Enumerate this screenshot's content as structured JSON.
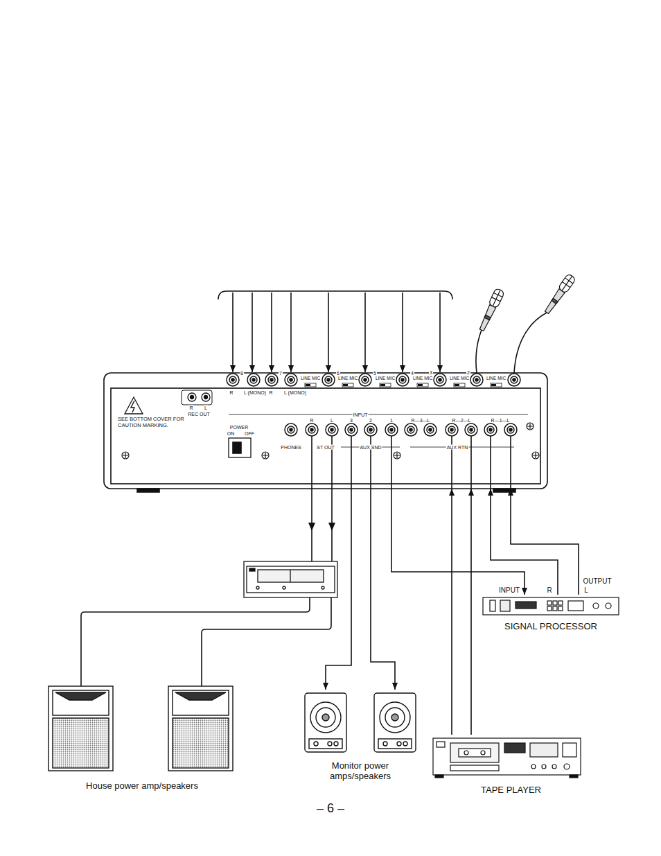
{
  "diagram": {
    "nodes": [
      {
        "text": [
          "SEE BOTTOM COVER FOR CAUTION MARKING."
        ]
      },
      {
        "text": [
          "SIGNAL PROCESSOR"
        ]
      },
      {
        "text": [
          "House power amp/speakers"
        ]
      },
      {
        "text": [
          "Monitor power amps/speakers"
        ]
      },
      {
        "text": [
          "TAPE PLAYER"
        ]
      }
    ],
    "edges": [
      {
        "from": 0,
        "to": 1,
        "arrow": "to"
      },
      {
        "from": 1,
        "to": 0,
        "arrow": "to"
      },
      {
        "from": 1,
        "to": 0,
        "arrow": "to"
      },
      {
        "from": 4,
        "to": 0,
        "arrow": "to"
      },
      {
        "from": 4,
        "to": 0,
        "arrow": "to"
      },
      {
        "from": 0,
        "to": 3,
        "arrow": "to"
      },
      {
        "from": 0,
        "to": 3,
        "arrow": "to"
      }
    ],
    "labels": [
      "R",
      "L",
      "REC OUT",
      "8",
      "R",
      "L (MONO)",
      "7",
      "R",
      "L (MONO)",
      "LINE MIC",
      "6",
      "LINE MIC",
      "5",
      "LINE MIC",
      "4",
      "LINE MIC",
      "3",
      "LINE MIC",
      "2",
      "LINE MIC",
      "INPUT",
      "POWER",
      "ON",
      "OFF",
      "PHONES",
      "R",
      "L",
      "ST OUT",
      "3",
      "2",
      "1",
      "AUX SND",
      "R—3—L",
      "R—2—L",
      "R—1—L",
      "AUX RTN",
      "INPUT",
      "R",
      "OUTPUT",
      "L",
      "– 6 –"
    ]
  }
}
